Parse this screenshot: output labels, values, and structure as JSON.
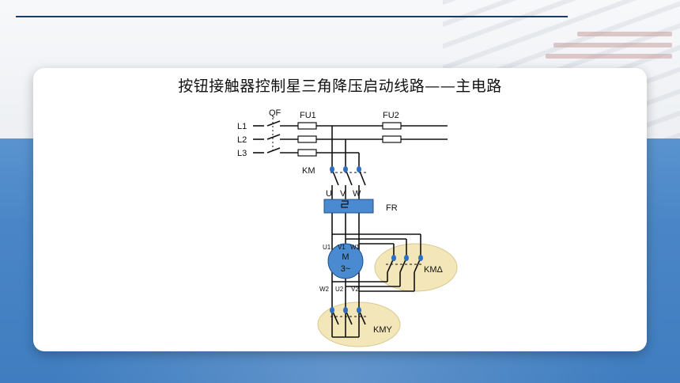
{
  "slide": {
    "title": "按钮接触器控制星三角降压启动线路——主电路"
  },
  "diagram": {
    "lines": [
      "L1",
      "L2",
      "L3"
    ],
    "breaker": "QF",
    "fuse1": "FU1",
    "fuse2": "FU2",
    "contactor_main": "KM",
    "terminals_top": [
      "U",
      "V",
      "W"
    ],
    "thermal_relay": "FR",
    "motor_terminals_top": [
      "U1",
      "V1",
      "W1"
    ],
    "motor_terminals_bottom": [
      "W2",
      "U2",
      "V2"
    ],
    "motor_label": "M",
    "motor_sub": "3~",
    "km_delta": "KMΔ",
    "km_star": "KMY",
    "colors": {
      "wire": "#111111",
      "relay_fill": "#4a8ad0",
      "motor_fill": "#4a8ad0",
      "highlight_fill": "#f3e6b8",
      "contact_blue": "#2f6fc0"
    }
  }
}
